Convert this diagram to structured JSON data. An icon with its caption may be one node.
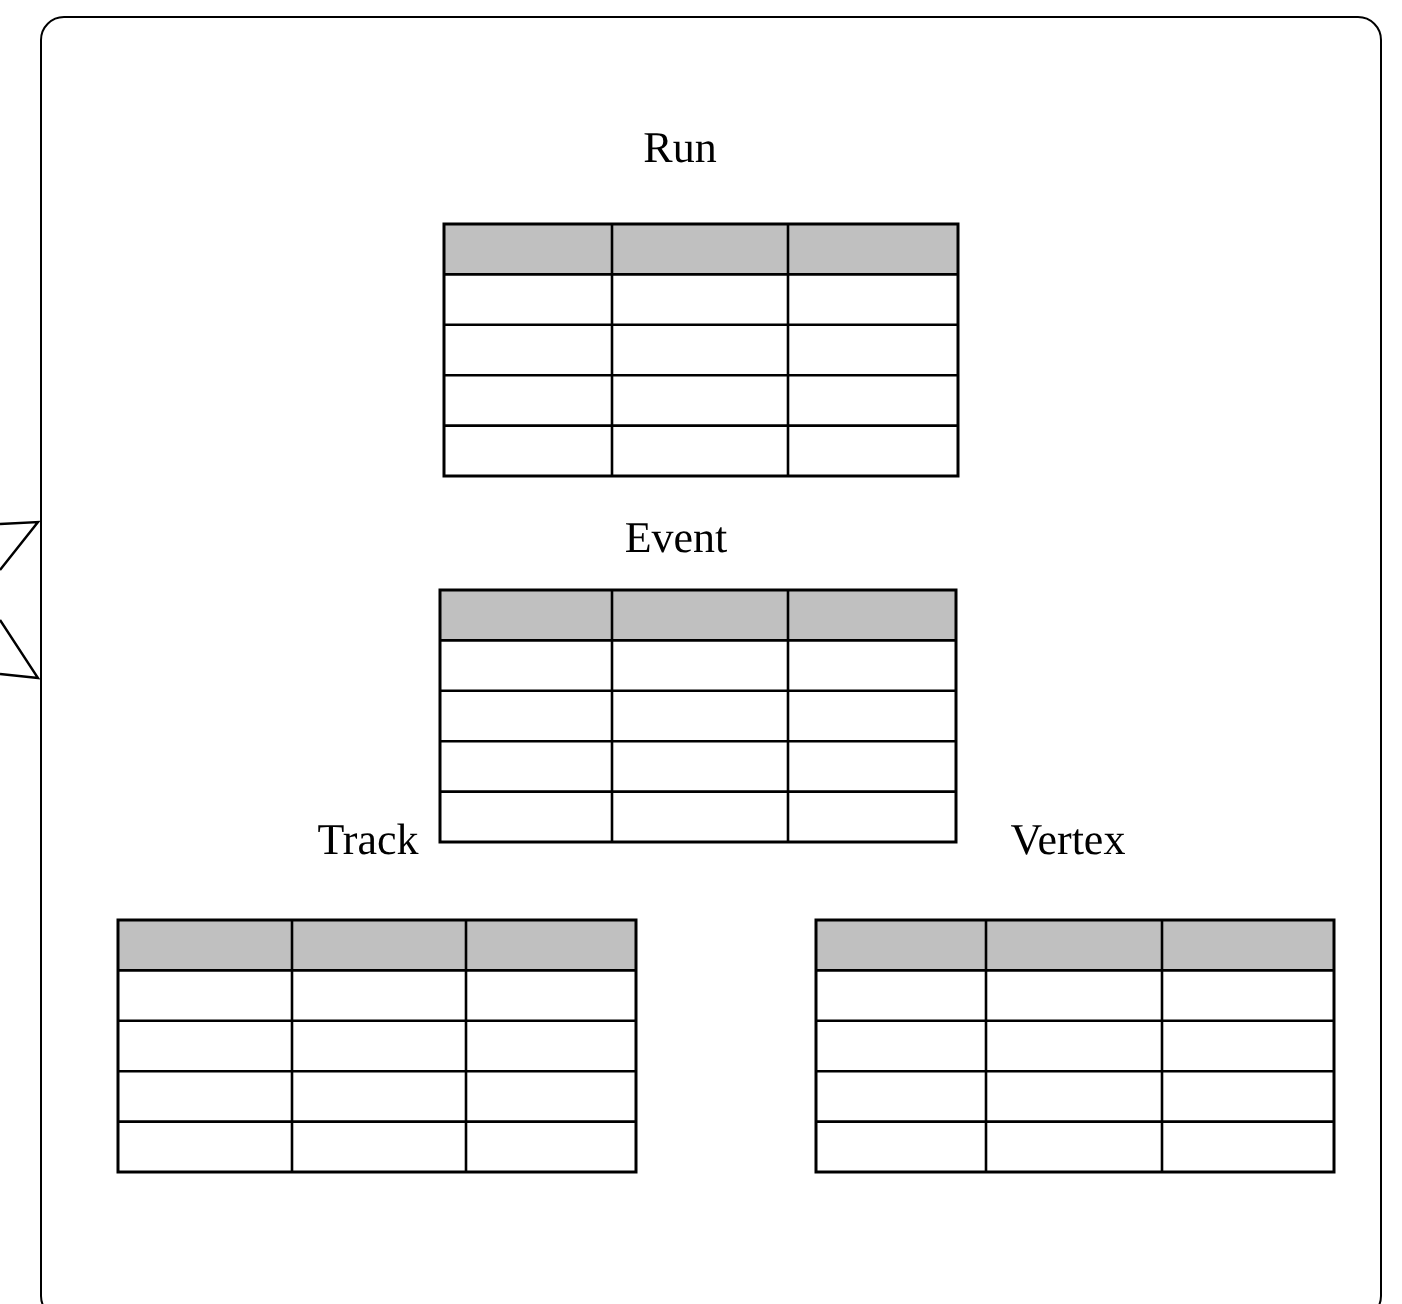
{
  "diagram": {
    "nodes": [
      {
        "text": [],
        "shape": "box"
      },
      {
        "text": [
          "Run"
        ],
        "in": 0
      },
      {
        "text": [
          "Event"
        ],
        "in": 0
      },
      {
        "text": [
          "Track"
        ],
        "in": 0
      },
      {
        "text": [
          "Vertex"
        ],
        "in": 0
      }
    ]
  }
}
